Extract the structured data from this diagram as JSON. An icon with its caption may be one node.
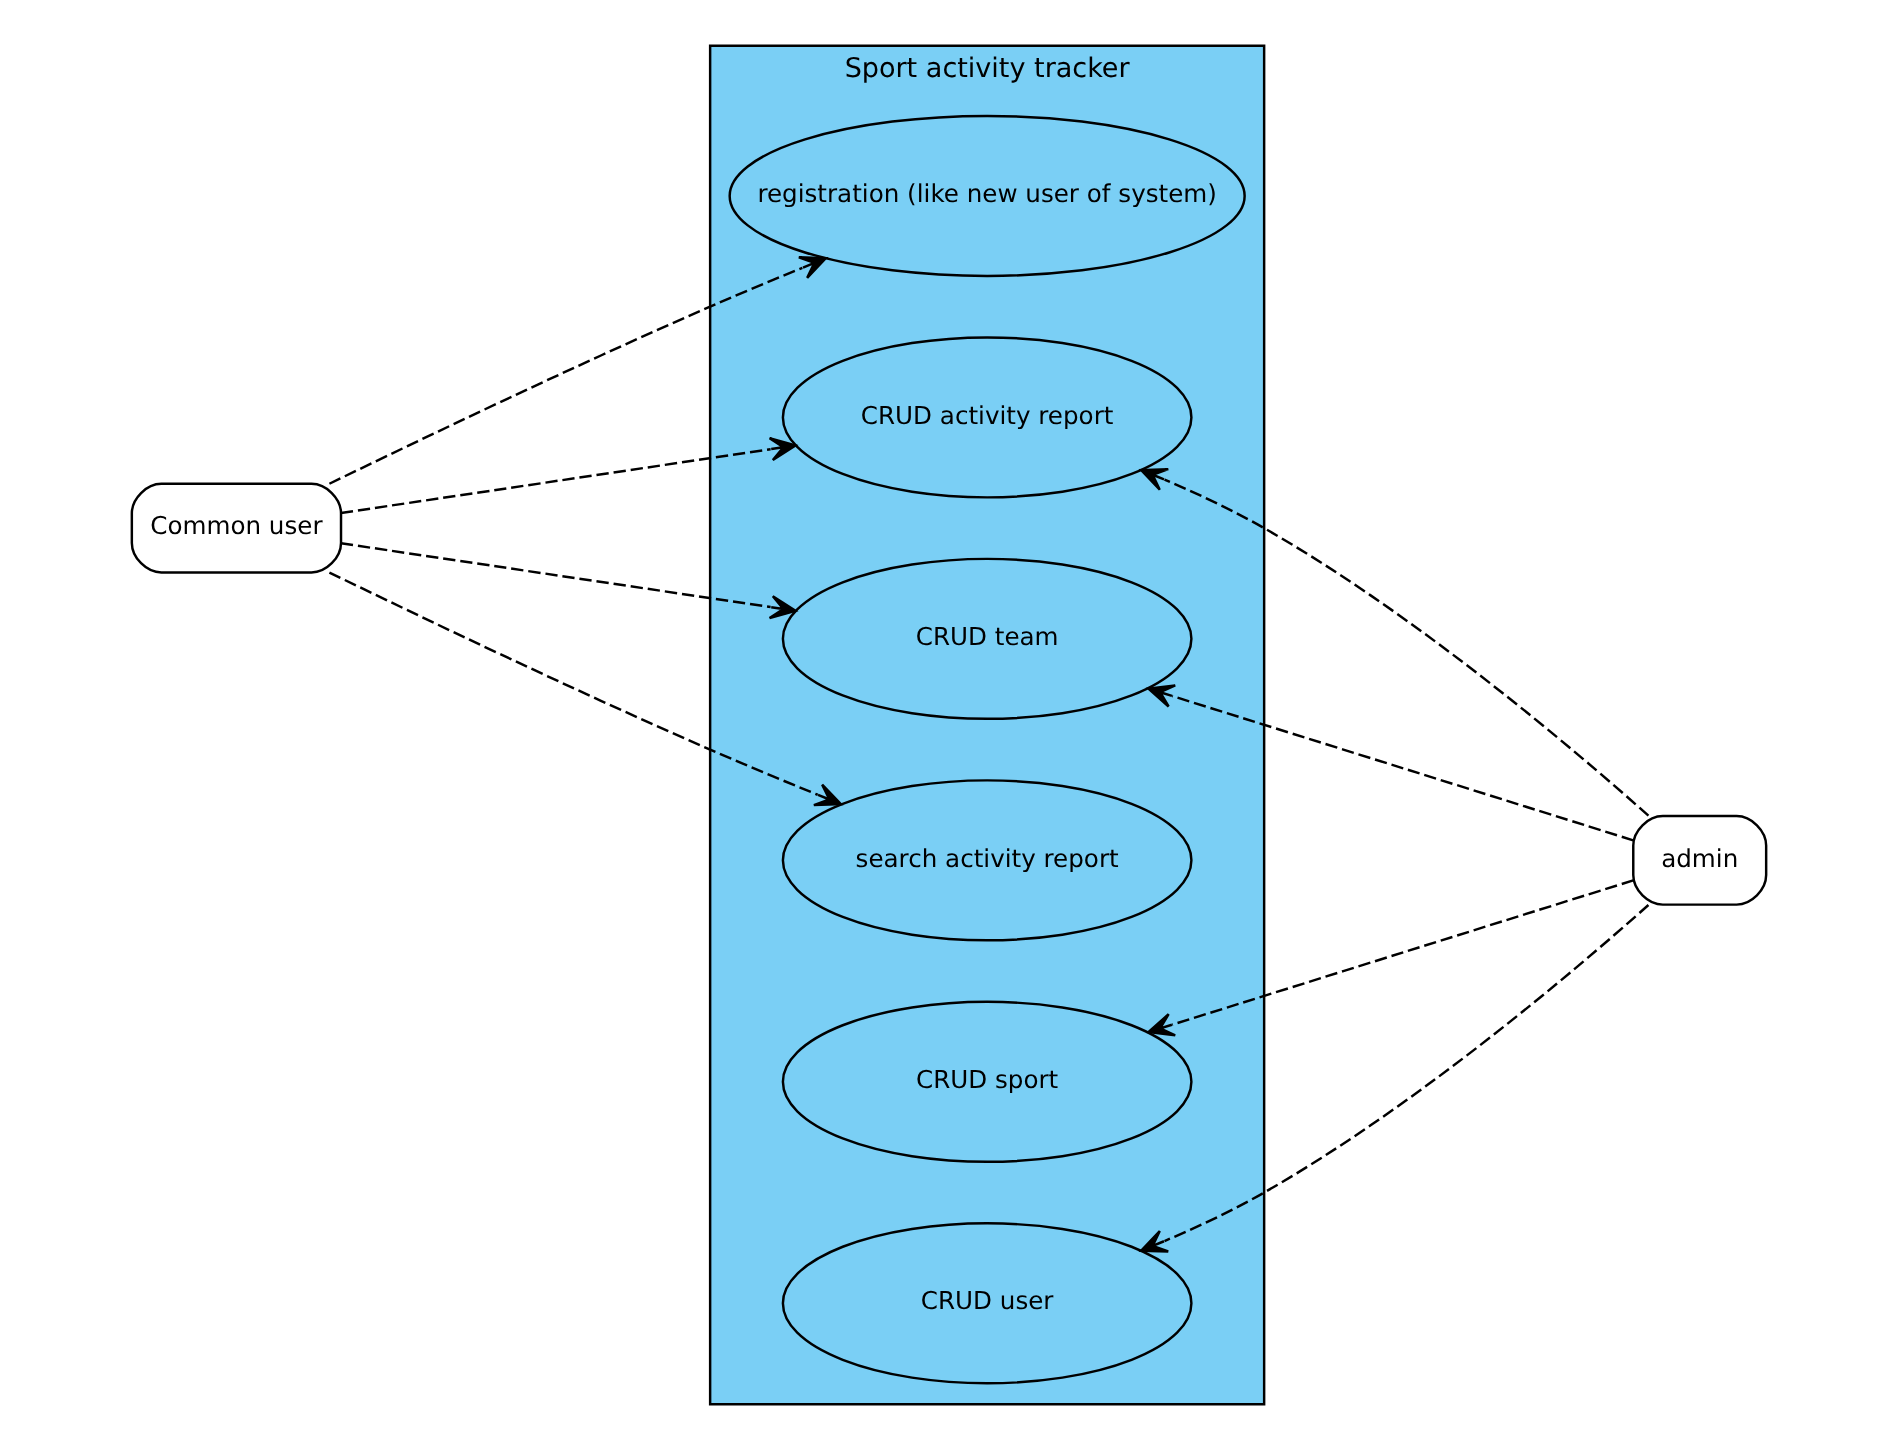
{
  "diagram": {
    "nodes": [
      {
        "text": [
          "Common user"
        ]
      },
      {
        "text": [
          "Sport activity tracker"
        ]
      },
      {
        "text": [
          "registration (like new user of system)"
        ],
        "in": 1
      },
      {
        "text": [
          "CRUD activity report"
        ],
        "in": 1
      },
      {
        "text": [
          "CRUD team"
        ],
        "in": 1
      },
      {
        "text": [
          "search activity report"
        ],
        "in": 1
      },
      {
        "text": [
          "CRUD sport"
        ],
        "in": 1
      },
      {
        "text": [
          "CRUD user"
        ],
        "in": 1
      },
      {
        "text": [
          "admin"
        ]
      }
    ],
    "edges": [
      {
        "from": 0,
        "to": 2,
        "arrow": "to",
        "style": "dashed"
      },
      {
        "from": 0,
        "to": 3,
        "arrow": "to",
        "style": "dashed"
      },
      {
        "from": 0,
        "to": 4,
        "arrow": "to",
        "style": "dashed"
      },
      {
        "from": 0,
        "to": 5,
        "arrow": "to",
        "style": "dashed"
      },
      {
        "from": 8,
        "to": 3,
        "arrow": "to",
        "style": "dashed"
      },
      {
        "from": 8,
        "to": 4,
        "arrow": "to",
        "style": "dashed"
      },
      {
        "from": 8,
        "to": 6,
        "arrow": "to",
        "style": "dashed"
      },
      {
        "from": 8,
        "to": 7,
        "arrow": "to",
        "style": "dashed"
      }
    ]
  }
}
